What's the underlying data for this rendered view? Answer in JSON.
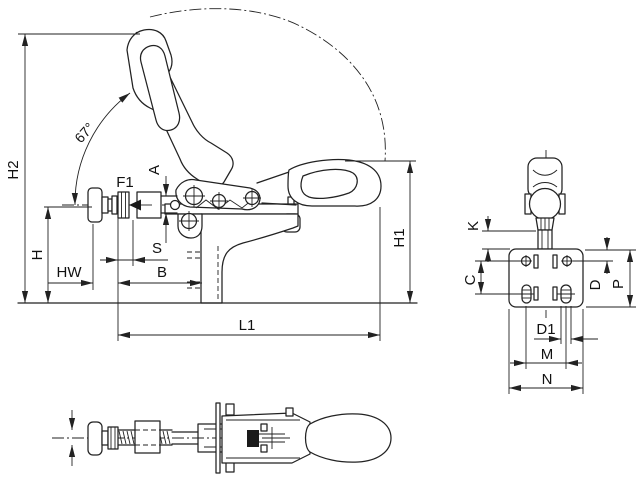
{
  "colors": {
    "line": "#222222",
    "background": "#ffffff"
  },
  "side_view": {
    "labels": {
      "h2": "H2",
      "h": "H",
      "hw": "HW",
      "f1": "F1",
      "a": "A",
      "s": "S",
      "b": "B",
      "l1": "L1",
      "h1": "H1",
      "angle": "67°"
    }
  },
  "front_view": {
    "labels": {
      "k": "K",
      "c": "C",
      "d": "D",
      "p": "P",
      "d1": "D1",
      "m": "M",
      "n": "N"
    }
  }
}
